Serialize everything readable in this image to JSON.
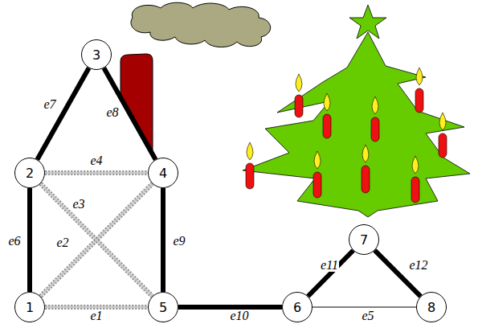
{
  "diagram": {
    "nodes": [
      {
        "text": [
          "1"
        ]
      },
      {
        "text": [
          "2"
        ]
      },
      {
        "text": [
          "3"
        ]
      },
      {
        "text": [
          "4"
        ]
      },
      {
        "text": [
          "5"
        ]
      },
      {
        "text": [
          "6"
        ]
      },
      {
        "text": [
          "7"
        ]
      },
      {
        "text": [
          "8"
        ]
      }
    ],
    "edges": [
      {
        "from": 0,
        "to": 4,
        "arrow": "none",
        "label": "e1"
      },
      {
        "from": 0,
        "to": 3,
        "arrow": "none",
        "label": "e2"
      },
      {
        "from": 1,
        "to": 4,
        "arrow": "none",
        "label": "e3"
      },
      {
        "from": 1,
        "to": 3,
        "arrow": "none",
        "label": "e4"
      },
      {
        "from": 5,
        "to": 7,
        "arrow": "none",
        "label": "e5"
      },
      {
        "from": 0,
        "to": 1,
        "arrow": "none",
        "label": "e6"
      },
      {
        "from": 1,
        "to": 2,
        "arrow": "none",
        "label": "e7"
      },
      {
        "from": 2,
        "to": 3,
        "arrow": "none",
        "label": "e8"
      },
      {
        "from": 3,
        "to": 4,
        "arrow": "none",
        "label": "e9"
      },
      {
        "from": 4,
        "to": 5,
        "arrow": "none",
        "label": "e10"
      },
      {
        "from": 5,
        "to": 6,
        "arrow": "none",
        "label": "e11"
      },
      {
        "from": 6,
        "to": 7,
        "arrow": "none",
        "label": "e12"
      }
    ]
  }
}
